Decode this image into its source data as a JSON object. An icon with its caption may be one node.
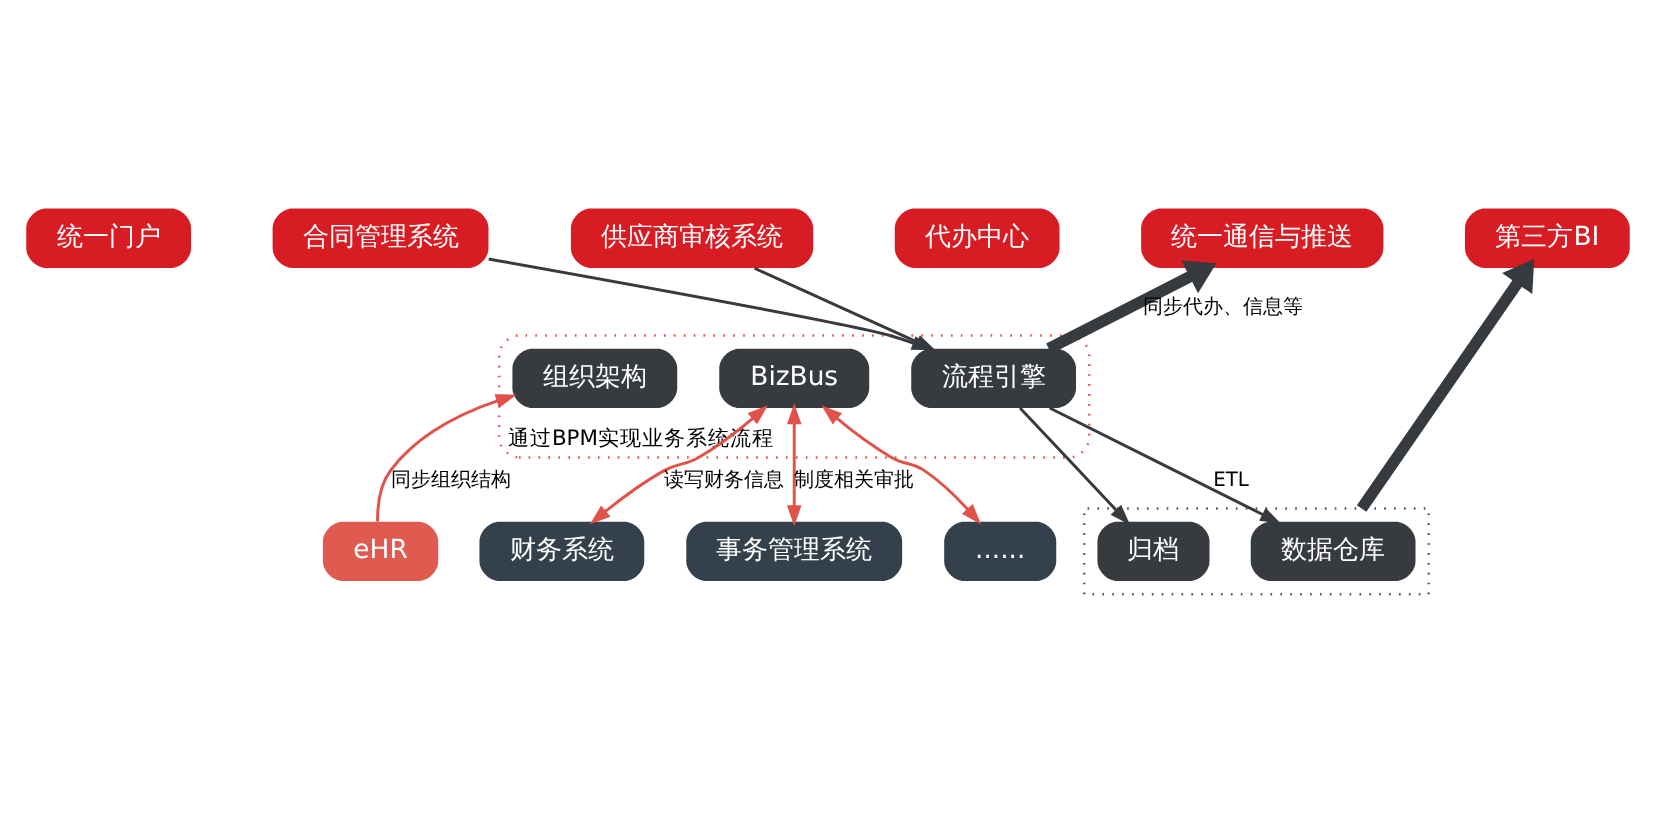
{
  "diagram": {
    "nodes": [
      {
        "text": [
          "统一门户"
        ]
      },
      {
        "text": [
          "合同管理系统"
        ]
      },
      {
        "text": [
          "供应商审核系统"
        ]
      },
      {
        "text": [
          "代办中心"
        ]
      },
      {
        "text": [
          "统一通信与推送"
        ]
      },
      {
        "text": [
          "第三方BI"
        ]
      },
      {
        "text": [
          "通过BPM实现业务系统流程"
        ]
      },
      {
        "text": [
          "流程引擎"
        ],
        "in": 6
      },
      {
        "text": [
          "组织架构"
        ],
        "in": 6
      },
      {
        "text": [
          "BizBus"
        ],
        "in": 6
      },
      {
        "text": [],
        "shape": "box"
      },
      {
        "text": [
          "数据仓库"
        ],
        "in": 10
      },
      {
        "text": [
          "归档"
        ],
        "in": 10
      },
      {
        "text": [
          "eHR"
        ]
      },
      {
        "text": [
          "财务系统"
        ]
      },
      {
        "text": [
          "事务管理系统"
        ]
      },
      {
        "text": [
          "......"
        ]
      }
    ],
    "edges": [
      {
        "from": 1,
        "to": 7,
        "arrow": "to"
      },
      {
        "from": 2,
        "to": 7,
        "arrow": "to"
      },
      {
        "from": 7,
        "to": 4,
        "arrow": "to",
        "style": "thick",
        "label": "同步代办、信息等"
      },
      {
        "from": 7,
        "to": 11,
        "arrow": "to",
        "label": "ETL"
      },
      {
        "from": 7,
        "to": 12,
        "arrow": "to"
      },
      {
        "from": 10,
        "to": 5,
        "arrow": "to",
        "style": "thick"
      },
      {
        "from": 13,
        "to": 8,
        "arrow": "to",
        "color": "#e0524a",
        "label": "同步组织结构"
      },
      {
        "from": 9,
        "to": 14,
        "arrow": "both",
        "color": "#e0524a",
        "label": "读写财务信息"
      },
      {
        "from": 9,
        "to": 15,
        "arrow": "both",
        "color": "#e0524a",
        "label": "制度相关审批"
      },
      {
        "from": 9,
        "to": 16,
        "arrow": "both",
        "color": "#e0524a"
      }
    ]
  }
}
